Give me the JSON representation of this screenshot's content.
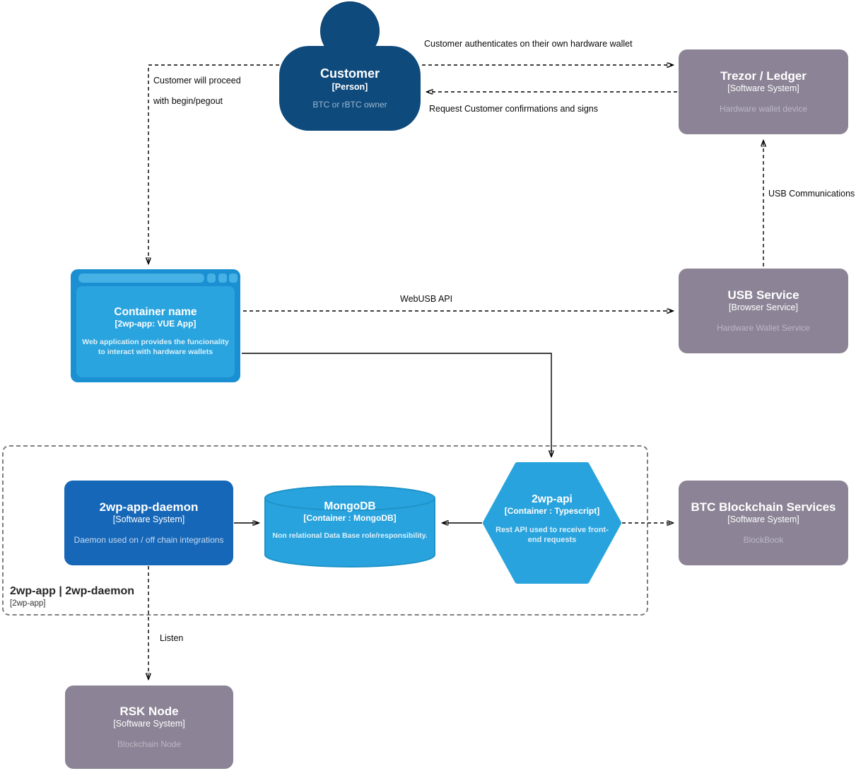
{
  "diagram": {
    "type": "c4-container-diagram",
    "background": "#ffffff",
    "line_color": "#000000",
    "colors": {
      "person_fill": "#0e4a7c",
      "external_system_fill": "#8c8496",
      "external_system_desc_text": "#bcb6c4",
      "daemon_fill": "#1667b8",
      "container_blue_fill": "#29a3dd",
      "browser_frame_fill": "#1a8fd1",
      "browser_chrome_fill": "#45b1e5",
      "boundary_border": "#7f7f7f"
    }
  },
  "nodes": {
    "customer": {
      "title": "Customer",
      "subtitle": "[Person]",
      "description": "BTC or rBTC owner"
    },
    "trezor_ledger": {
      "title": "Trezor / Ledger",
      "subtitle": "[Software System]",
      "description": "Hardware wallet device"
    },
    "web_app": {
      "title": "Container name",
      "subtitle": "[2wp-app: VUE App]",
      "description": "Web application provides the funcionality to interact with hardware wallets"
    },
    "usb_service": {
      "title": "USB Service",
      "subtitle": "[Browser Service]",
      "description": "Hardware Wallet Service"
    },
    "daemon": {
      "title": "2wp-app-daemon",
      "subtitle": "[Software System]",
      "description": "Daemon used on / off chain integrations"
    },
    "mongodb": {
      "title": "MongoDB",
      "subtitle": "[Container : MongoDB]",
      "description": "Non relational Data Base role/responsibility."
    },
    "api": {
      "title": "2wp-api",
      "subtitle": "[Container : Typescript]",
      "description": "Rest API used to receive front-end requests"
    },
    "btc_services": {
      "title": "BTC Blockchain Services",
      "subtitle": "[Software System]",
      "description": "BlockBook"
    },
    "rsk_node": {
      "title": "RSK Node",
      "subtitle": "[Software System]",
      "description": "Blockchain Node"
    }
  },
  "boundary": {
    "title": "2wp-app | 2wp-daemon",
    "subtitle": "[2wp-app]"
  },
  "edges": {
    "authenticate": "Customer authenticates on their own hardware wallet",
    "request_confirmations": "Request Customer confirmations and signs",
    "proceed_line1": "Customer will proceed",
    "proceed_line2": "with begin/pegout",
    "usb_communications": "USB Communications",
    "webusb_api": "WebUSB API",
    "listen": "Listen"
  }
}
